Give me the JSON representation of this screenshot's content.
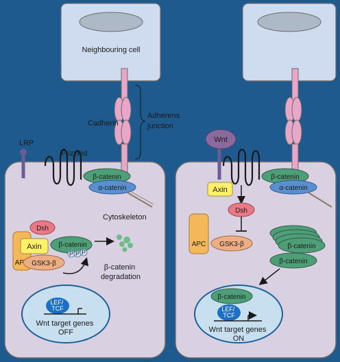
{
  "left_panel": {
    "neighbouring_cell": "Neighbouring cell",
    "cadherin": "Cadherin",
    "adherens_junction": [
      "Adherens",
      "junction"
    ],
    "lrp": "LRP",
    "frizzled": "Frizzled",
    "beta_catenin": "β-catenin",
    "alpha_catenin": "α-catenin",
    "cytoskeleton": "Cytoskeleton",
    "dsh": "Dsh",
    "axin": "Axin",
    "apc": "APC",
    "gsk3b": "GSK3-β",
    "p_marks": [
      "P",
      "P",
      "P"
    ],
    "degradation": [
      "β-catenin",
      "degradation"
    ],
    "lef_tcf": [
      "LEF/",
      "TCF"
    ],
    "wnt_target": [
      "Wnt target genes",
      "OFF"
    ]
  },
  "right_panel": {
    "wnt": "Wnt",
    "axin": "Axin",
    "dsh": "Dsh",
    "apc": "APC",
    "gsk3b": "GSK3-β",
    "beta_catenin": "β-catenin",
    "alpha_catenin": "α-catenin",
    "stack_catenins": [
      "β-catenin",
      "β-catenin"
    ],
    "nuclear_beta_catenin": "β-catenin",
    "lef_tcf": [
      "LEF/",
      "TCF"
    ],
    "wnt_target": [
      "Wnt target genes",
      "ON"
    ]
  },
  "colors": {
    "background": "#1e5a8e",
    "cell_fill": "#d9d0e2",
    "neighbour_fill": "#cfdcef",
    "cadherin": "#e8a6c8",
    "beta_catenin": "#4e9e78",
    "alpha_catenin": "#5a8fd0",
    "axin": "#fff06a",
    "apc": "#f4b85a",
    "gsk3b": "#ecae82",
    "dsh": "#e87a86",
    "lrp": "#6d5b93",
    "nucleus": "#c8dff0",
    "lef_tcf": "#1b6fc4"
  }
}
